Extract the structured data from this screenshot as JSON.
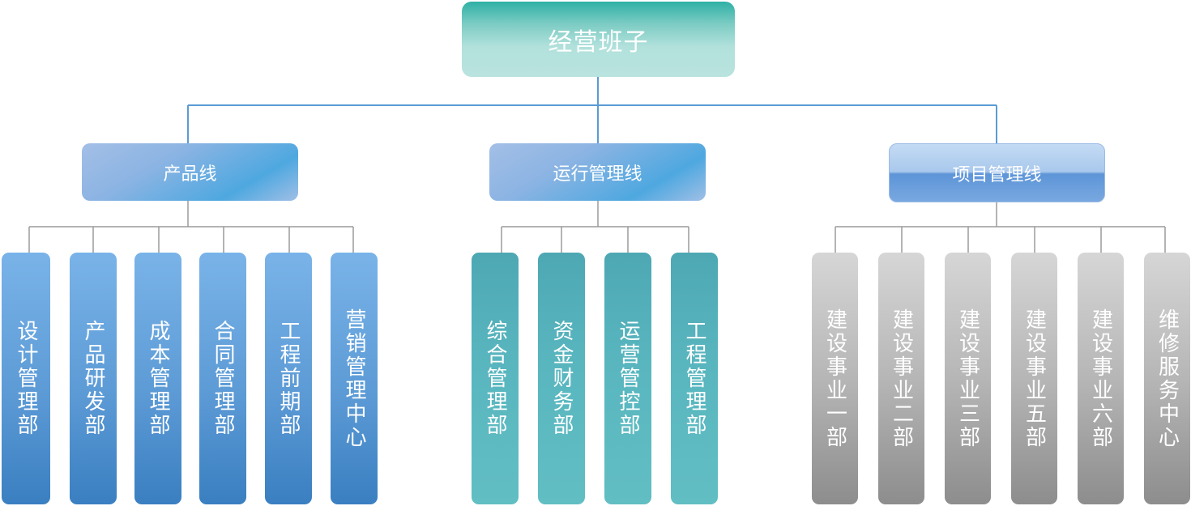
{
  "root": {
    "label": "经营班子"
  },
  "lines": [
    {
      "label": "产品线",
      "departments": [
        "设计管理部",
        "产品研发部",
        "成本管理部",
        "合同管理部",
        "工程前期部",
        "营销管理中心"
      ]
    },
    {
      "label": "运行管理线",
      "departments": [
        "综合管理部",
        "资金财务部",
        "运营管控部",
        "工程管理部"
      ]
    },
    {
      "label": "项目管理线",
      "departments": [
        "建设事业一部",
        "建设事业二部",
        "建设事业三部",
        "建设事业五部",
        "建设事业六部",
        "维修服务中心"
      ]
    }
  ],
  "colors": {
    "connector_main": "#5a9bd5",
    "connector_sub": "#9a9a9a",
    "product_line_departments": "#5d9bd6",
    "operations_line_departments": "#59b6bf",
    "project_line_departments": "#b0b0b0"
  }
}
